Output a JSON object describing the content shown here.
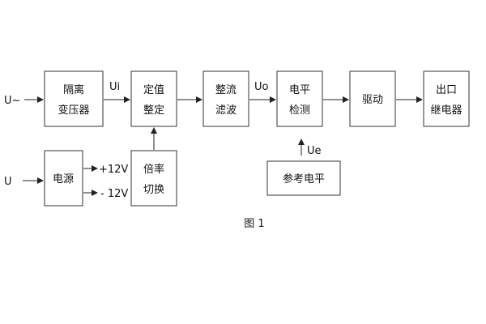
{
  "blocks": {
    "isolation_transformer": {
      "line1": "隔离",
      "line2": "变压器"
    },
    "setpoint_setting": {
      "line1": "定值",
      "line2": "整定"
    },
    "rectifier_filter": {
      "line1": "整流",
      "line2": "滤波"
    },
    "level_detection": {
      "line1": "电平",
      "line2": "检测"
    },
    "driver": {
      "line1": "驱动"
    },
    "output_relay": {
      "line1": "出口",
      "line2": "继电器"
    },
    "power_supply": {
      "line1": "电源"
    },
    "ratio_switching": {
      "line1": "倍率",
      "line2": "切换"
    },
    "reference_level": {
      "line1": "参考电平"
    }
  },
  "signals": {
    "input_ac": "U~",
    "input_dc": "U",
    "ui": "Ui",
    "uo": "Uo",
    "ue": "Ue",
    "plus12v": "+12V",
    "minus12v": "- 12V"
  },
  "caption": "图 1"
}
